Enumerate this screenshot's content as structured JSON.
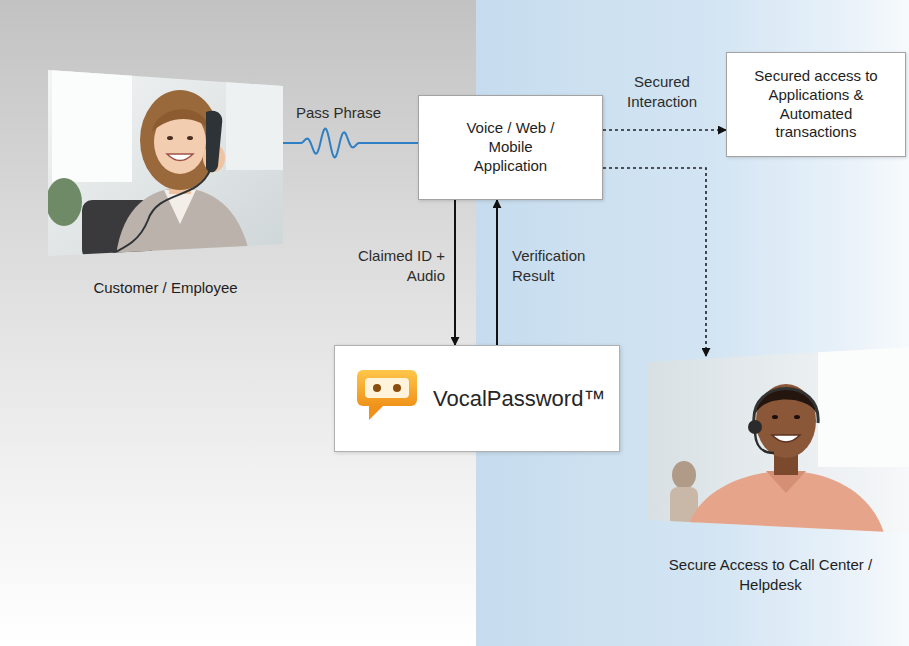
{
  "diagram": {
    "nodes": [
      {
        "text": [
          "Customer / Employee"
        ]
      },
      {
        "text": [
          "Voice / Web / Mobile Application"
        ]
      },
      {
        "text": [
          "Secured access to Applications & Automated transactions"
        ]
      },
      {
        "text": [
          "VocalPassword™"
        ]
      },
      {
        "text": [
          "Secure Access to Call Center / Helpdesk"
        ]
      }
    ],
    "edges": [
      {
        "from": 0,
        "to": 1,
        "label": "Pass Phrase",
        "arrow": "none"
      },
      {
        "from": 1,
        "to": 2,
        "label": "Secured Interaction",
        "arrow": "to"
      },
      {
        "from": 1,
        "to": 3,
        "label": "Claimed ID + Audio",
        "arrow": "to"
      },
      {
        "from": 3,
        "to": 1,
        "label": "Verification Result",
        "arrow": "to"
      },
      {
        "from": 1,
        "to": 4,
        "arrow": "to"
      }
    ]
  }
}
